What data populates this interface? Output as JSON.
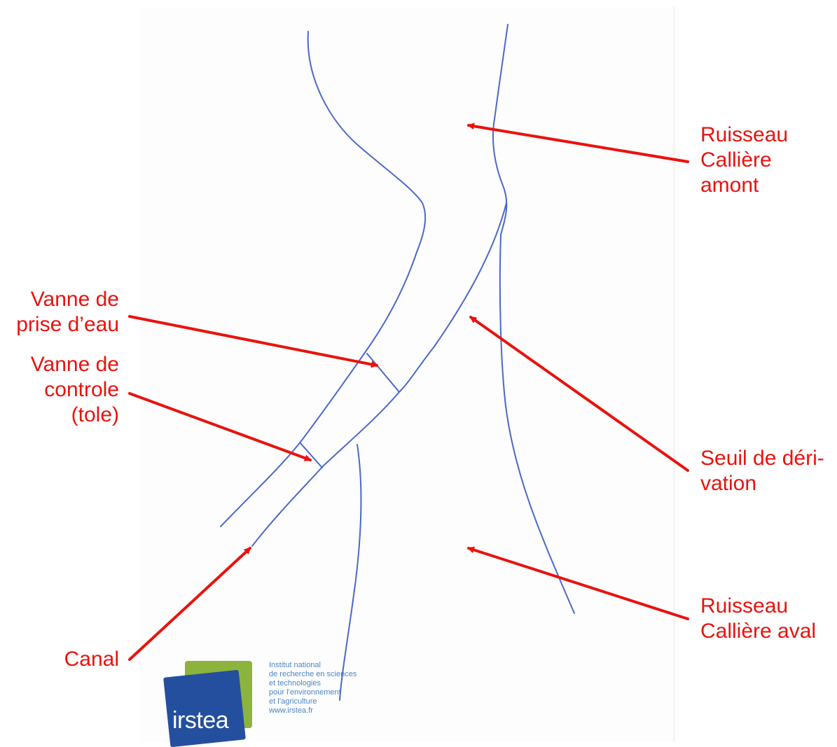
{
  "labels": {
    "amont": [
      "Ruisseau",
      "Callière",
      "amont"
    ],
    "prise": [
      "Vanne de",
      "prise d’eau"
    ],
    "controle": [
      "Vanne de",
      "controle",
      "(tole)"
    ],
    "seuil": [
      "Seuil de déri-",
      "vation"
    ],
    "aval": [
      "Ruisseau",
      "Callière aval"
    ],
    "canal": [
      "Canal"
    ]
  },
  "logo": {
    "wordmark": "irstea",
    "lines": [
      "Institut national",
      "de recherche en sciences",
      "et technologies",
      "pour l’environnement",
      "et l’agriculture",
      "www.irstea.fr"
    ]
  },
  "colors": {
    "annotation": "#e8130e",
    "sketch_line": "#4a68c9",
    "logo_blue": "#244f9e",
    "logo_green": "#8cb43c"
  }
}
